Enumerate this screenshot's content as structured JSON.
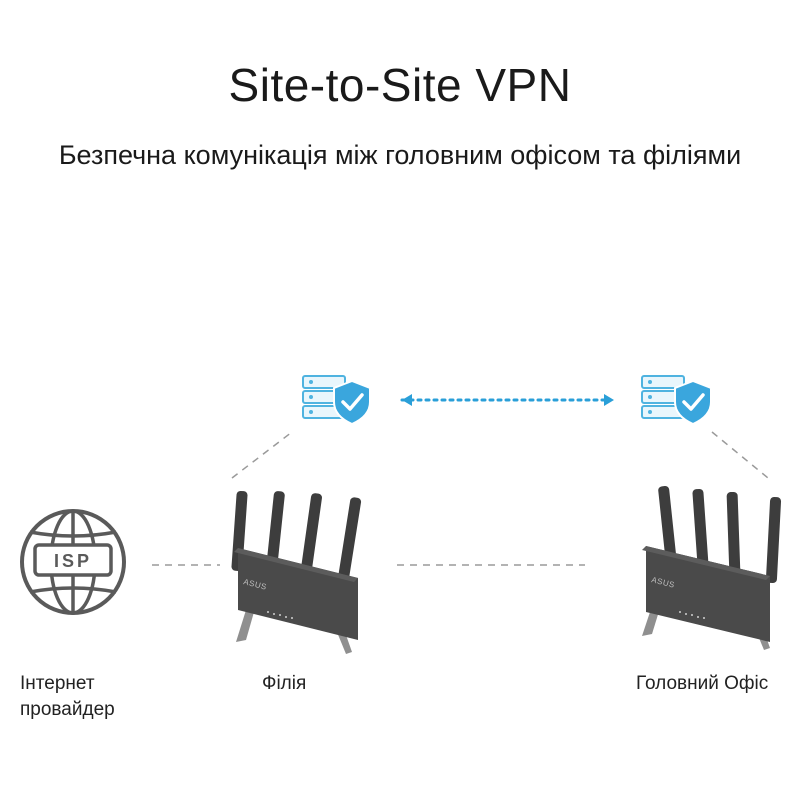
{
  "title": "Site-to-Site VPN",
  "subtitle": "Безпечна комунікація між головним офісом та філіями",
  "nodes": {
    "isp": {
      "label_line1": "Інтернет",
      "label_line2": "провайдер",
      "badge": "ISP"
    },
    "branch": {
      "label": "Філія"
    },
    "head_office": {
      "label": "Головний Офіс"
    }
  },
  "router_brand": "ASUS",
  "colors": {
    "text": "#1a1a1a",
    "router_body": "#4a4a4a",
    "router_antenna": "#3d3d3d",
    "globe": "#5a5a5a",
    "server_outline": "#4fb3e0",
    "shield": "#3aa6dd",
    "tunnel_dots": "#2a9fd8",
    "connector": "#9a9a9a"
  },
  "icons": [
    "globe-icon",
    "server-shield-icon",
    "router-icon",
    "double-arrow-icon"
  ]
}
